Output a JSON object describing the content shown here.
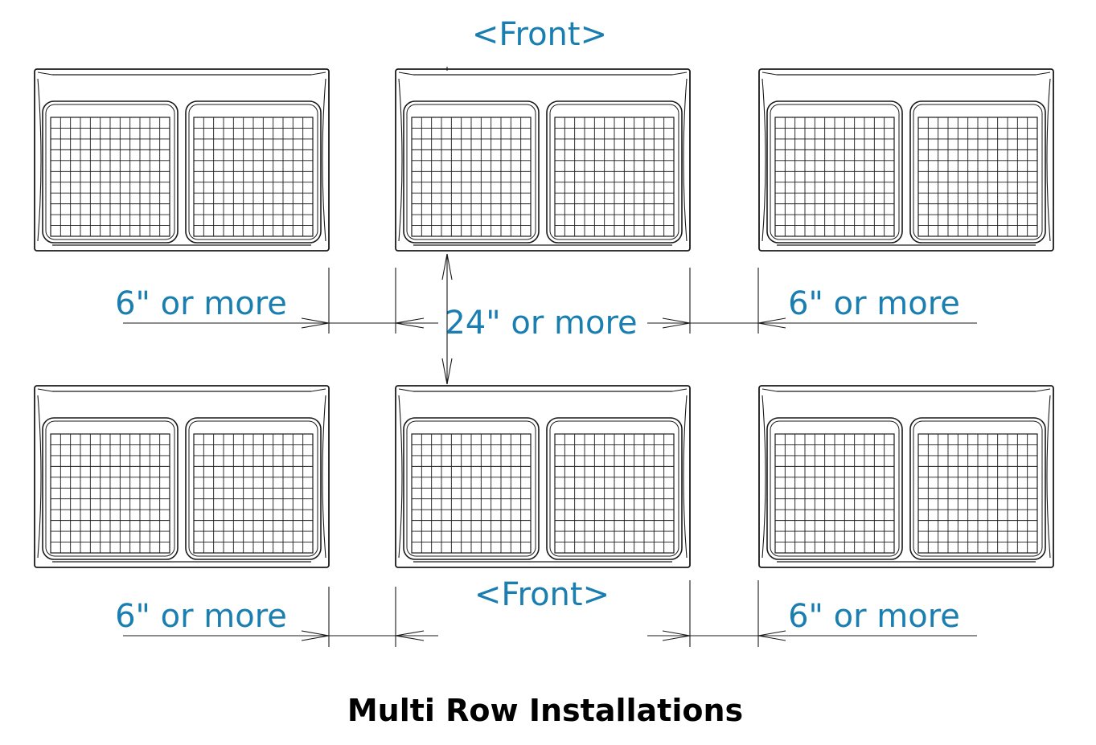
{
  "labels": {
    "front_top": "<Front>",
    "front_bottom": "<Front>",
    "gap_row_top_left": "6\" or more",
    "gap_row_top_right": "6\" or more",
    "gap_between_rows": "24\" or more",
    "gap_row_bottom_left": "6\" or more",
    "gap_row_bottom_right": "6\" or more"
  },
  "title": "Multi Row Installations",
  "units": {
    "count": 6,
    "rows": 2,
    "columns": 3,
    "grids_per_unit": 2
  },
  "colors": {
    "label": "#1a7fb0",
    "line": "#1a1a1a",
    "title": "#000000",
    "background": "#ffffff"
  }
}
